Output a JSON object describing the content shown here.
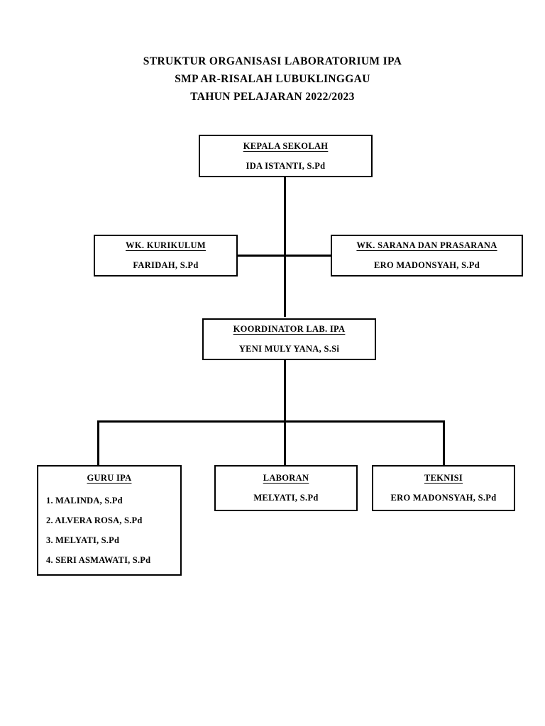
{
  "title": {
    "lines": [
      "STRUKTUR ORGANISASI LABORATORIUM IPA",
      "SMP AR-RISALAH LUBUKLINGGAU",
      "TAHUN PELAJARAN 2022/2023"
    ]
  },
  "colors": {
    "background": "#FFFFFF",
    "line": "#000000",
    "text": "#000000"
  },
  "chart_data": {
    "type": "diagram",
    "diagram_type": "organizational-chart",
    "orientation": "top-down",
    "nodes": [
      {
        "id": "kepala-sekolah",
        "level": 1,
        "title": "KEPALA SEKOLAH ",
        "name": "IDA ISTANTI, S.Pd",
        "title_underlined": true
      },
      {
        "id": "wk-kurikulum",
        "level": 2,
        "title": "WK. KURIKULUM",
        "name": "FARIDAH, S.Pd",
        "title_underlined": true
      },
      {
        "id": "wk-sarana-prasarana",
        "level": 2,
        "title": "WK. SARANA DAN PRASARANA",
        "name": "ERO MADONSYAH, S.Pd",
        "title_underlined": true
      },
      {
        "id": "koordinator-lab-ipa",
        "level": 3,
        "title": "KOORDINATOR LAB. IPA",
        "name": "YENI MULY YANA, S.Si",
        "title_underlined": true
      },
      {
        "id": "guru-ipa",
        "level": 4,
        "title": "GURU IPA",
        "title_underlined": true,
        "members": [
          "1. MALINDA, S.Pd",
          "2. ALVERA ROSA, S.Pd",
          "3. MELYATI, S.Pd",
          "4. SERI ASMAWATI, S.Pd"
        ]
      },
      {
        "id": "laboran",
        "level": 4,
        "title": "LABORAN",
        "name": "MELYATI, S.Pd",
        "title_underlined": true
      },
      {
        "id": "teknisi",
        "level": 4,
        "title": "TEKNISI",
        "name": "ERO MADONSYAH, S.Pd",
        "title_underlined": true
      }
    ],
    "edges": [
      {
        "from": "kepala-sekolah",
        "to": "wk-kurikulum"
      },
      {
        "from": "kepala-sekolah",
        "to": "wk-sarana-prasarana"
      },
      {
        "from": "kepala-sekolah",
        "to": "koordinator-lab-ipa"
      },
      {
        "from": "koordinator-lab-ipa",
        "to": "guru-ipa"
      },
      {
        "from": "koordinator-lab-ipa",
        "to": "laboran"
      },
      {
        "from": "koordinator-lab-ipa",
        "to": "teknisi"
      }
    ]
  }
}
